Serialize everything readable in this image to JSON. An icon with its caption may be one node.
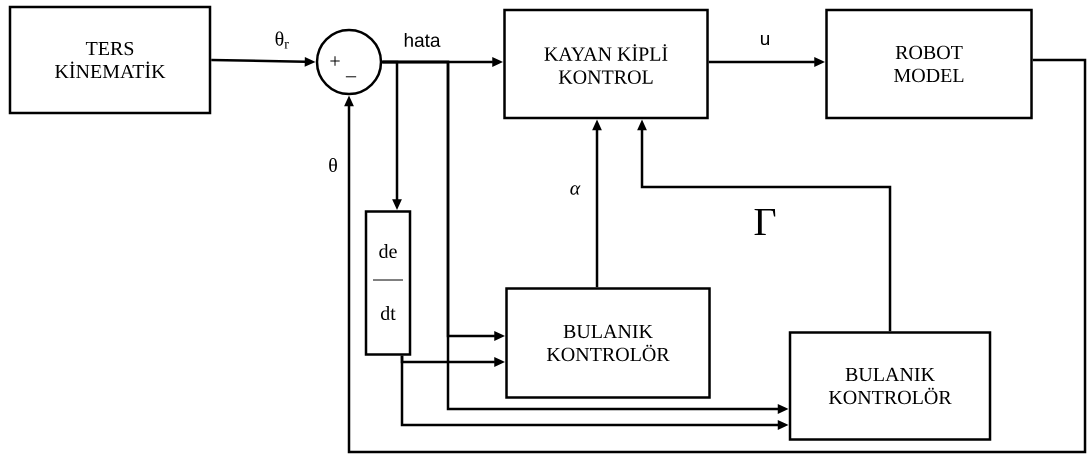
{
  "diagram": {
    "nodes": [
      {
        "text": [
          "TERS KİNEMATİK"
        ]
      },
      {
        "text": [
          "+",
          "_"
        ]
      },
      {
        "text": [
          "KAYAN KİPLİ KONTROL"
        ]
      },
      {
        "text": [
          "ROBOT MODEL"
        ]
      },
      {
        "text": [
          "de",
          "dt"
        ]
      },
      {
        "text": [
          "BULANIK KONTROLÖR"
        ]
      },
      {
        "text": [
          "BULANIK KONTROLÖR"
        ]
      }
    ],
    "edges": [
      {
        "from": 0,
        "to": 1,
        "arrow": "to",
        "label": "θ$_{r}$"
      },
      {
        "from": 1,
        "to": 2,
        "arrow": "to",
        "label": "hata"
      },
      {
        "from": 2,
        "to": 3,
        "arrow": "to",
        "label": "u"
      },
      {
        "from": 1,
        "to": 4,
        "arrow": "to"
      },
      {
        "from": 1,
        "to": 5,
        "arrow": "to"
      },
      {
        "from": 4,
        "to": 5,
        "arrow": "to"
      },
      {
        "from": 1,
        "to": 6,
        "arrow": "to"
      },
      {
        "from": 4,
        "to": 6,
        "arrow": "to"
      },
      {
        "from": 5,
        "to": 2,
        "arrow": "to",
        "label": "α"
      },
      {
        "from": 6,
        "to": 2,
        "arrow": "to",
        "label": "Γ"
      },
      {
        "from": 3,
        "to": 1,
        "arrow": "to",
        "label": "θ"
      }
    ]
  }
}
